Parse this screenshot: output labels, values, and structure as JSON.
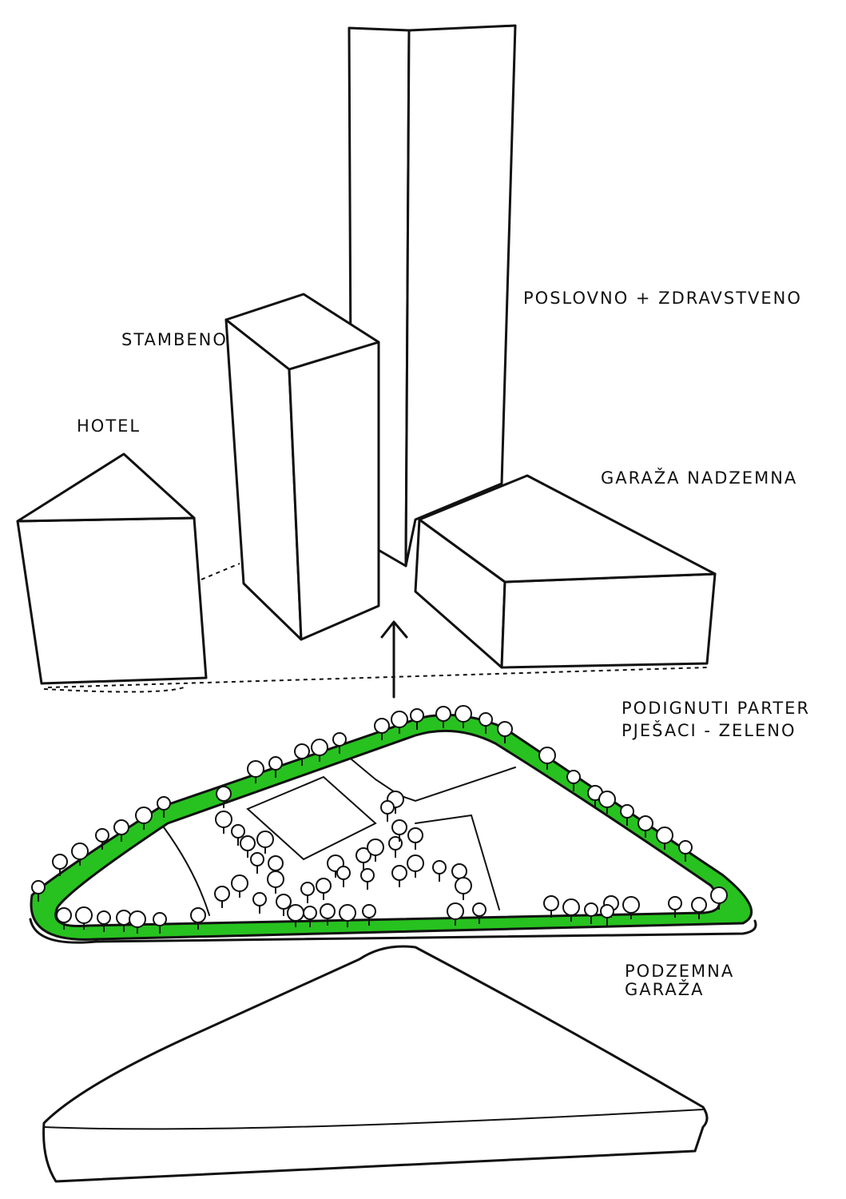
{
  "labels": {
    "office_health": "POSLOVNO + ZDRAVSTVENO",
    "residential": "STAMBENO",
    "hotel": "HOTEL",
    "garage_above": "GARAŽA NADZEMNA",
    "raised_plinth_line1": "PODIGNUTI PARTER",
    "raised_plinth_line2": "PJEŠACI - ZELENO",
    "underground_garage_line1": "PODZEMNA",
    "underground_garage_line2": "GARAŽA"
  },
  "colors": {
    "ink": "#111111",
    "green_ring": "#27c21f",
    "paper": "#ffffff"
  },
  "icons": [
    "arrow-up-icon",
    "tree-icon"
  ]
}
